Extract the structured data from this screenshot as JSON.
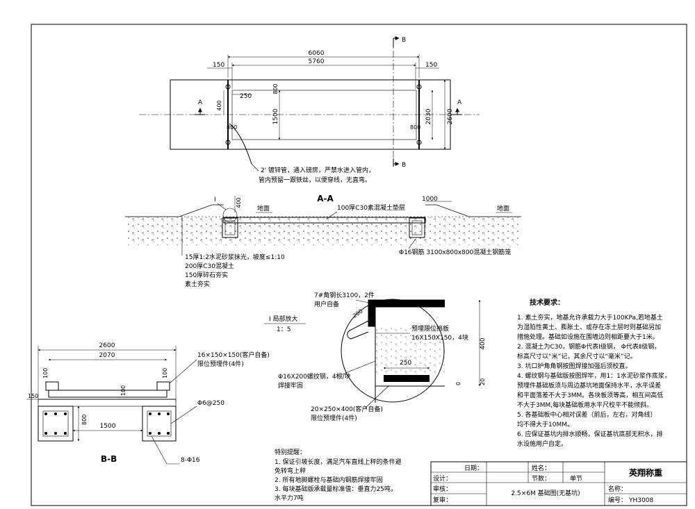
{
  "plan": {
    "section_b_mark": "B",
    "section_a_mark": "A",
    "dim_overall": "6060",
    "dim_inner": "5760",
    "dim_left_end": "150",
    "dim_right_end": "150",
    "dim_pit_width": "2600",
    "dim_inner_width": "2030",
    "dim_inner_opening": "1500",
    "dim_250": "250",
    "dim_800_a": "800",
    "dim_800_b": "800",
    "dim_800_c": "800",
    "dim_400": "400",
    "pipe_note_line1": "2' 镀锌管，通入磅房，严禁水进入管内，",
    "pipe_note_line2": "管内预留一跟铁丝，以便穿线，无直弯。"
  },
  "section_aa": {
    "title": "A-A",
    "detail_mark": "I",
    "dim_400": "400",
    "dim_1000": "1000",
    "ground_left": "地面",
    "ground_right": "地面",
    "cushion_note": "100厚C30素混凝土垫层",
    "cage_note": "Φ16钢筋 3100x800x800混凝土钢筋笼",
    "layers": [
      "15厚1:2水泥砂浆抹光，坡度≤1:10",
      "200厚C30混凝土",
      "150厚碎石夯实",
      "素土夯实"
    ]
  },
  "detail_i": {
    "title": "I 局部放大",
    "scale": "1：5",
    "angle_note_line1": "7#角钢长3100，2件",
    "angle_note_line2": "用户自备",
    "dim_200": "200",
    "stop_plate_label": "预埋限位挡板",
    "stop_plate_spec": "16X150X150，4块",
    "dim_400": "400",
    "dim_250": "250",
    "dim_20": "20",
    "dim_0": "0",
    "rebar_note_line1": "Φ16X200螺纹钢，4根/块",
    "rebar_note_line2": "焊接牢固",
    "plate_note_line1": "20×250×400(客户自备)",
    "plate_note_line2": "限位预埋件(4件)"
  },
  "section_bb": {
    "title": "B-B",
    "dim_2600": "2600",
    "dim_2070": "2070",
    "dim_1500": "1500",
    "dim_100_a": "100",
    "dim_100_b": "100",
    "dim_100_c": "100",
    "dim_150": "150",
    "dim_800": "800",
    "embed_note_line1": "16×150×150(客户自备)",
    "embed_note_line2": "限位预埋件(4件)",
    "stirrup_note": "Φ6@250",
    "rebar_note": "8-Φ16"
  },
  "tech_requirements": {
    "title": "技术要求：",
    "lines": [
      "1. 素土夯实，地基允许承载力大于100KPa,若地基土",
      "为湿陷性黄土、膨胀土、或存在冻土层时则基础另加",
      "措施处理。基础如设施在围墙边则相距要大于1米。",
      "2. 混凝土为C30，钢筋Φ代表Ⅰ级钢， Φ代表Ⅱ级钢，",
      "标高尺寸以“米”记，其余尺寸以“毫米”记。",
      "3. 坑口护角角钢按图焊接加强后须校直。",
      "4. 螺纹钢与基础版按图焊牢，用1：1水泥砂浆作底浆，",
      "预埋件基础板须与周边基坑地面保持水平，水平误差",
      "和平面落差不大于3MM。各块板须等高，相互间高低",
      "不大于3MM,每块基础板用水平尺校平不能倾斜。",
      "5. 各基础板中心相对误差（前后，左右，对角线）",
      "均不得大于10MM。",
      "6. 应保证基坑内排水顺畅，保证基坑底部无积水，排",
      "水设施用户自定。"
    ]
  },
  "special_notes": {
    "title": "特别提醒：",
    "lines": [
      "1. 保证引坡长度，满足汽车直线上秤的条件避",
      "免转弯上秤",
      "2. 所有地脚螺栓与基础内钢筋焊接牢固",
      "3. 每块基础版承载量标准值：垂直力25吨，",
      "水平力7吨"
    ]
  },
  "title_block": {
    "date_label": "日期：",
    "design_label": "设计：",
    "review_label": "审核：",
    "recheck_label": "复审：",
    "name_label": "姓名：",
    "section_label": "节数：",
    "section_value": "单节",
    "drawing_title": "2.5×6M 基础图(无基坑)",
    "company": "英翔称重",
    "name_field": "名称：",
    "number_label": "编号：",
    "number_value": "YH3008"
  }
}
